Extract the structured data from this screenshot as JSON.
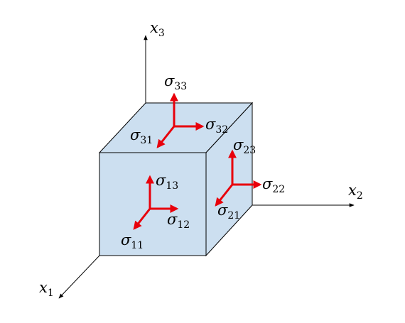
{
  "colors": {
    "cube_fill": "#ccdff0",
    "arrow": "#e8000b",
    "axis": "#000000"
  },
  "axes": {
    "x1": {
      "base": "x",
      "sub": "1"
    },
    "x2": {
      "base": "x",
      "sub": "2"
    },
    "x3": {
      "base": "x",
      "sub": "3"
    }
  },
  "stress": {
    "s11": {
      "base": "σ",
      "sub": "11"
    },
    "s12": {
      "base": "σ",
      "sub": "12"
    },
    "s13": {
      "base": "σ",
      "sub": "13"
    },
    "s21": {
      "base": "σ",
      "sub": "21"
    },
    "s22": {
      "base": "σ",
      "sub": "22"
    },
    "s23": {
      "base": "σ",
      "sub": "23"
    },
    "s31": {
      "base": "σ",
      "sub": "31"
    },
    "s32": {
      "base": "σ",
      "sub": "32"
    },
    "s33": {
      "base": "σ",
      "sub": "33"
    }
  }
}
